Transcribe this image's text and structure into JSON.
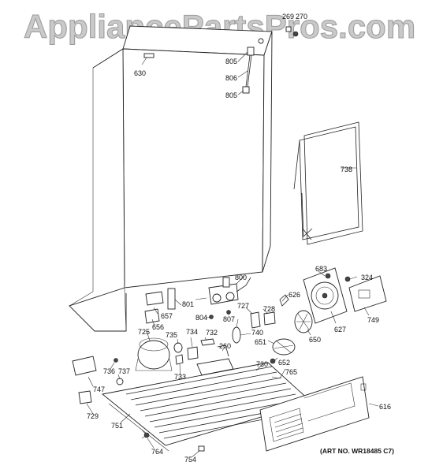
{
  "watermark": "AppliancePartsPros.com",
  "art_number": "(ART NO. WR18485 C7)",
  "callouts": {
    "c269": "269",
    "c270": "270",
    "c630": "630",
    "c805a": "805",
    "c806": "806",
    "c805b": "805",
    "c738": "738",
    "c683": "683",
    "c324": "324",
    "c800": "800",
    "c626": "626",
    "c801": "801",
    "c657": "657",
    "c727": "727",
    "c728": "728",
    "c804": "804",
    "c807": "807",
    "c656": "656",
    "c749": "749",
    "c725": "725",
    "c627": "627",
    "c734": "734",
    "c735": "735",
    "c740": "740",
    "c650": "650",
    "c732": "732",
    "c260": "260",
    "c651": "651",
    "c652": "652",
    "c730": "730",
    "c736": "736",
    "c737": "737",
    "c733": "733",
    "c765": "765",
    "c747": "747",
    "c616": "616",
    "c729": "729",
    "c751": "751",
    "c764": "764",
    "c754": "754"
  }
}
